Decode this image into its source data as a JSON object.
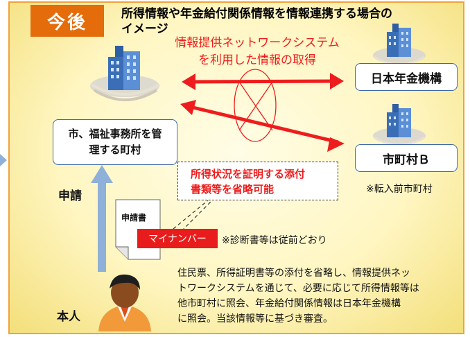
{
  "tab_label": "今後",
  "heading": "所得情報や年金給付関係情報を情報連携する場合の\nイメージ",
  "network_caption": "情報提供ネットワークシステム\nを利用した情報の取得",
  "municipality_box": "市、福祉事務所を管\n理する町村",
  "pension_box": "日本年金機構",
  "cityb_box": "市町村Ｂ",
  "cityb_note": "※転入前市町村",
  "omit_note": "所得状況を証明する添付\n書類等を省略可能",
  "form_label": "申請書",
  "mynumber_tag": "マイナンバー",
  "diagnosis_note": "※診断書等は従前どおり",
  "apply_label": "申請",
  "person_label": "本人",
  "process_text": "住民票、所得証明書等の添付を省略し、情報提供ネッ\nトワークシステムを通じて、必要に応じて所得情報等は\n他市町村に照会、年金給付関係情報は日本年金機構\nに照会。当該情報等に基づき審査。",
  "colors": {
    "tab": "#e46c0a",
    "arrow_red": "#ee1d1d",
    "arrow_blue": "#8fb0d8",
    "box_border": "#3b67a8",
    "border": "#f1a23a"
  }
}
